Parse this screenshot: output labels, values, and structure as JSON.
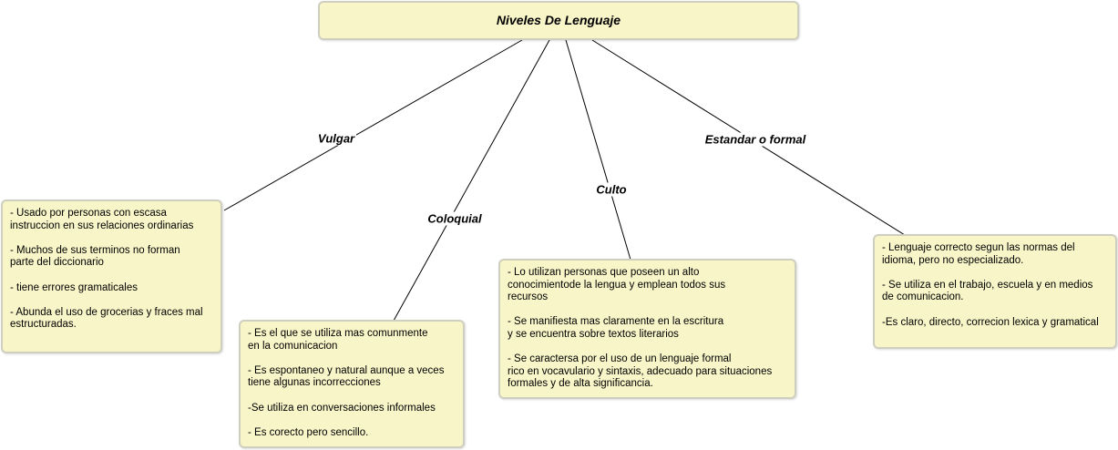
{
  "title": "Niveles De Lenguaje",
  "branches": [
    {
      "label": "Vulgar",
      "details": [
        "- Usado por personas con escasa\ninstruccion en sus relaciones ordinarias",
        "- Muchos de sus terminos no forman\nparte del diccionario",
        "- tiene errores gramaticales",
        "- Abunda el uso de grocerias y fraces mal\nestructuradas."
      ]
    },
    {
      "label": "Coloquial",
      "details": [
        "- Es el que se utiliza mas comunmente\nen la comunicacion",
        "- Es espontaneo y natural aunque a veces\ntiene algunas incorrecciones",
        "-Se utiliza en conversaciones informales",
        "- Es corecto pero sencillo."
      ]
    },
    {
      "label": "Culto",
      "details": [
        "- Lo utilizan personas que poseen un alto\nconocimientode la lengua y emplean todos sus\nrecursos",
        "- Se manifiesta mas claramente en la escritura\ny se encuentra sobre textos literarios",
        "- Se caractersa por el uso de un lenguaje formal\nrico en vocavulario y sintaxis, adecuado para situaciones\nformales y de alta significancia."
      ]
    },
    {
      "label": "Estandar o formal",
      "details": [
        "- Lenguaje correcto segun las normas del\nidioma, pero no especializado.",
        "- Se utiliza en el trabajo, escuela y en medios\nde comunicacion.",
        "-Es claro, directo, correcion lexica y gramatical"
      ]
    }
  ]
}
